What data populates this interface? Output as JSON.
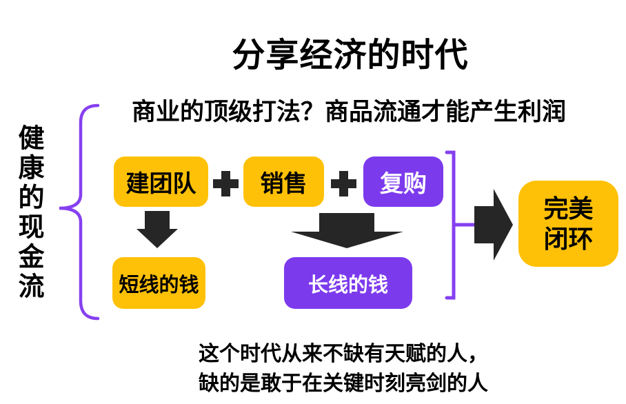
{
  "slide": {
    "title": "分享经济的时代",
    "subtitle": "商业的顶级打法？商品流通才能产生利润",
    "left_label": "健康的现金流",
    "steps": {
      "team": "建团队",
      "sales": "销售",
      "repurchase": "复购"
    },
    "plus": "+",
    "results": {
      "short_term": "短线的钱",
      "long_term": "长线的钱"
    },
    "outcome": {
      "line1": "完美",
      "line2": "闭环"
    },
    "footer": {
      "line1": "这个时代从来不缺有天赋的人，",
      "line2": "缺的是敢于在关键时刻亮剑的人"
    },
    "icons": {
      "left_brace": "curly-brace-icon",
      "right_bracket": "bracket-icon",
      "plus": "plus-icon",
      "down_arrow_small": "arrow-down-small-icon",
      "down_arrow_large": "arrow-down-large-icon",
      "right_arrow": "arrow-right-icon"
    },
    "colors": {
      "yellow": "#FFC107",
      "purple": "#7C3AED",
      "bracket_purple": "#8640F0",
      "arrow_black": "#262626",
      "background": "#FFFFFF",
      "text": "#000000"
    }
  }
}
